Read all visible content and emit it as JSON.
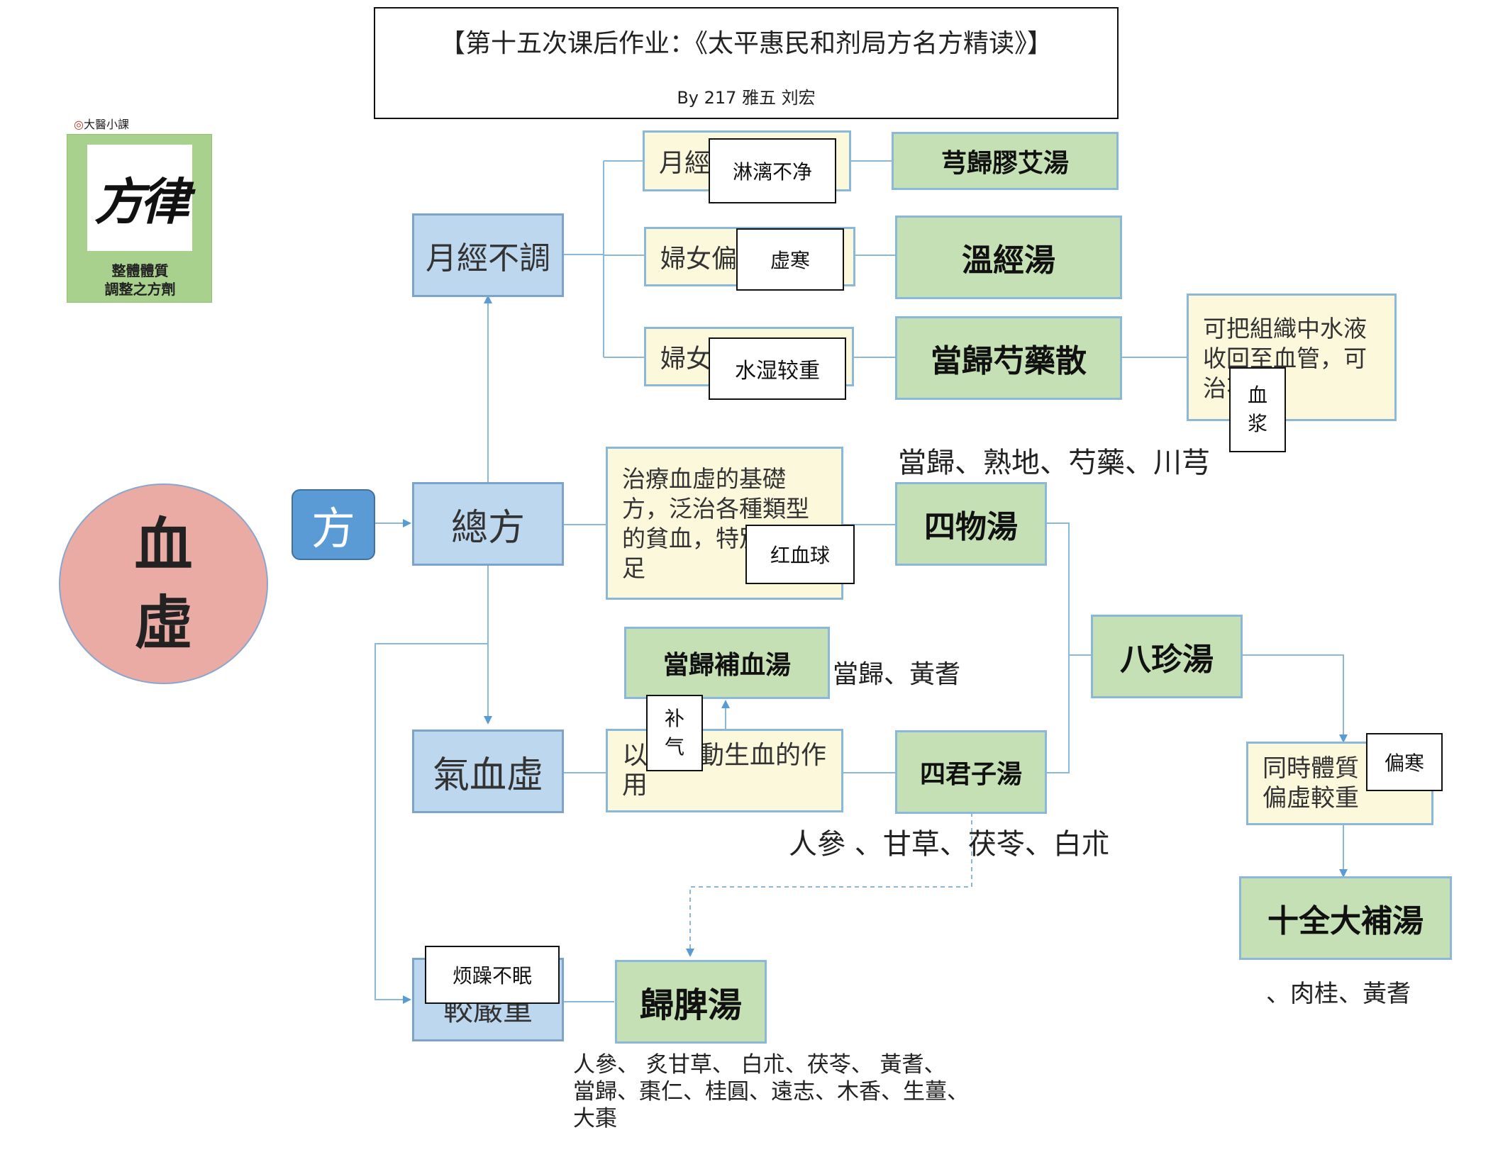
{
  "title": {
    "main": "【第十五次课后作业：《太平惠民和剂局方名方精读》】",
    "byline": "By 217 雅五 刘宏"
  },
  "logo": {
    "brand": "大醫小課",
    "calligraphy": "方律",
    "caption_line1": "整體體質",
    "caption_line2": "調整之方劑"
  },
  "center": {
    "line1": "血",
    "line2": "虛"
  },
  "fang_label": "方",
  "nodes": {
    "yuejing_butiao": "月經不調",
    "zongfang": "總方",
    "qixuexu": "氣血虛",
    "jiaoyanzhong": "較嚴重"
  },
  "conditions": {
    "yuejing_prefix": "月經",
    "fu_pian_prefix": "婦女偏",
    "fu_prefix": "婦女",
    "basic_formula_desc": "治療血虛的基礎方，泛治各種類型的貧血，特別是不足",
    "buqi_desc": "以方帶動生血的作用",
    "shuiye_desc": "可把組織中水液收回至血管，可治不足",
    "bianxu_desc": "同時體質偏虛較重"
  },
  "formulas": {
    "xiong_gui_jiao_ai": "芎歸膠艾湯",
    "wen_jing": "溫經湯",
    "dang_gui_shao_yao": "當歸芍藥散",
    "si_wu": "四物湯",
    "ba_zhen": "八珍湯",
    "dang_gui_bu_xue": "當歸補血湯",
    "si_jun_zi": "四君子湯",
    "shi_quan_da_bu": "十全大補湯",
    "gui_pi": "歸脾湯"
  },
  "annotations": {
    "linli_bujing": "淋漓不净",
    "xuhan": "虚寒",
    "shuishi_jiaozhong": "水湿较重",
    "xuejiang_1": "血",
    "xuejiang_2": "浆",
    "hongxueqiu": "红血球",
    "buqi_1": "补",
    "buqi_2": "气",
    "pianhan": "偏寒",
    "fanzao_bumian": "烦躁不眠"
  },
  "ingredients": {
    "si_wu": "當歸、熟地、芍藥、川芎",
    "dang_gui_bu_xue": "當歸、黃耆",
    "si_jun_zi": "人參 、甘草、茯苓、白朮",
    "shi_quan_da_bu": "、肉桂、黃耆",
    "gui_pi_line1": "人參、 炙甘草、 白朮、茯苓、 黃耆、",
    "gui_pi_line2": "當歸、棗仁、桂圓、遠志、木香、生薑、",
    "gui_pi_line3": "大棗"
  },
  "colors": {
    "blue_fill": "#bdd7ee",
    "green_fill": "#c5e0b4",
    "cream_fill": "#fbf8dc",
    "circle_fill": "#eaaba5",
    "fang_fill": "#5b9bd5",
    "connector": "#8bb7d8"
  }
}
